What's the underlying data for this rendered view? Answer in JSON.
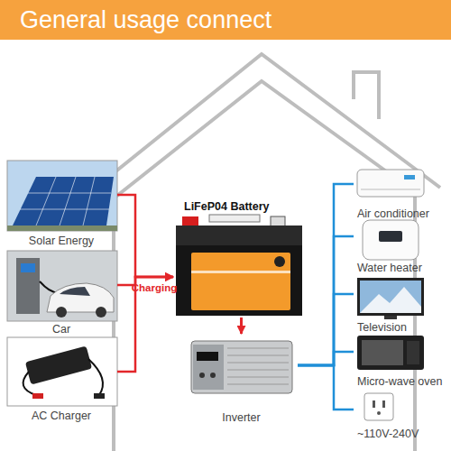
{
  "diagram": {
    "title": "General usage connect",
    "nodes": [
      {
        "text": [
          "Solar Energy"
        ]
      },
      {
        "text": [
          "Car"
        ]
      },
      {
        "text": [
          "AC Charger"
        ]
      },
      {
        "text": [
          "LiFeP04 Battery"
        ]
      },
      {
        "text": [
          "Inverter"
        ]
      },
      {
        "text": [
          "Air conditioner"
        ]
      },
      {
        "text": [
          "Water heater"
        ]
      },
      {
        "text": [
          "Television"
        ]
      },
      {
        "text": [
          "Micro-wave oven"
        ]
      },
      {
        "text": [
          "~110V-240V"
        ]
      }
    ],
    "edges": [
      {
        "from": 0,
        "to": 3,
        "arrow": "to"
      },
      {
        "from": 1,
        "to": 3,
        "label": "Charging",
        "arrow": "to"
      },
      {
        "from": 2,
        "to": 3,
        "arrow": "to"
      },
      {
        "from": 3,
        "to": 4,
        "arrow": "to"
      },
      {
        "from": 4,
        "to": 5,
        "arrow": "none"
      },
      {
        "from": 4,
        "to": 6,
        "arrow": "none"
      },
      {
        "from": 4,
        "to": 7,
        "arrow": "none"
      },
      {
        "from": 4,
        "to": 8,
        "arrow": "none"
      },
      {
        "from": 4,
        "to": 9,
        "arrow": "none"
      }
    ]
  }
}
